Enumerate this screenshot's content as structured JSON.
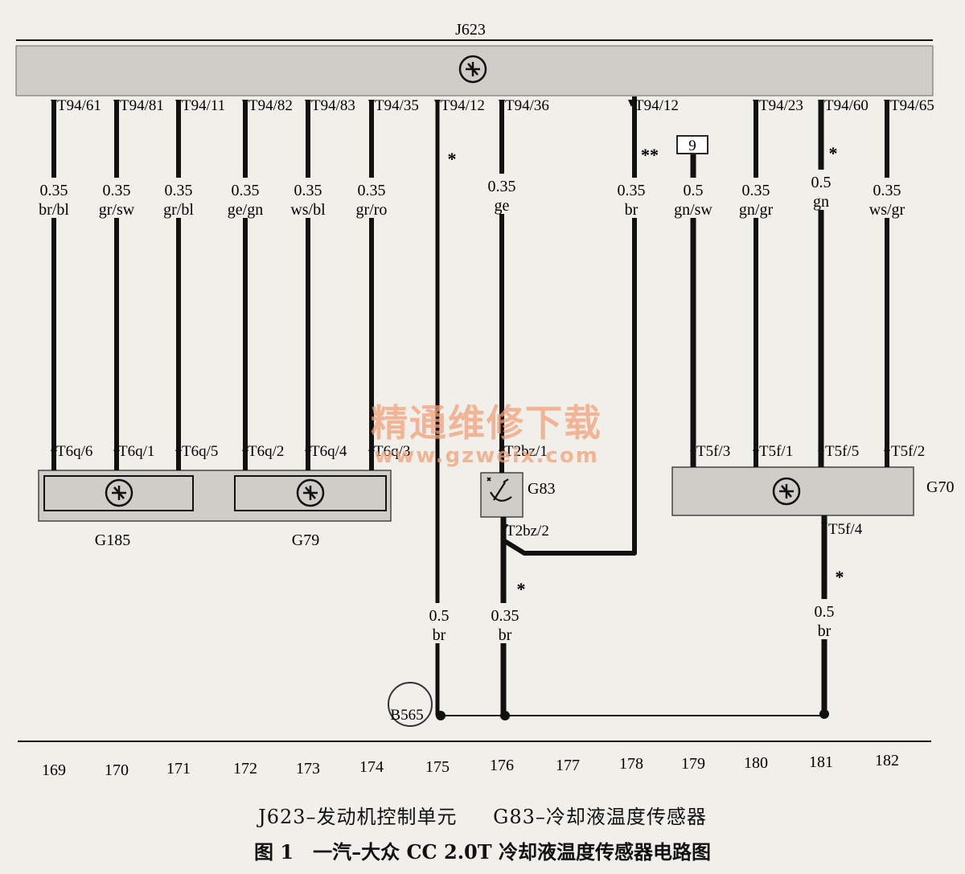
{
  "ecu": {
    "label": "J623"
  },
  "ecu_pins": [
    {
      "col": "169",
      "pin": "T94/61",
      "gauge": "0.35",
      "color": "br/bl",
      "bottom": "T6q/6"
    },
    {
      "col": "170",
      "pin": "T94/81",
      "gauge": "0.35",
      "color": "gr/sw",
      "bottom": "T6q/1"
    },
    {
      "col": "171",
      "pin": "T94/11",
      "gauge": "0.35",
      "color": "gr/bl",
      "bottom": "T6q/5"
    },
    {
      "col": "172",
      "pin": "T94/82",
      "gauge": "0.35",
      "color": "ge/gn",
      "bottom": "T6q/2"
    },
    {
      "col": "173",
      "pin": "T94/83",
      "gauge": "0.35",
      "color": "ws/bl",
      "bottom": "T6q/4"
    },
    {
      "col": "174",
      "pin": "T94/35",
      "gauge": "0.35",
      "color": "gr/ro",
      "bottom": "T6q/3"
    },
    {
      "col": "175",
      "pin": "T94/12",
      "gauge": "0.5",
      "color": "br",
      "mark": "*"
    },
    {
      "col": "176",
      "pin": "T94/36",
      "gauge": "0.35",
      "color": "ge",
      "bottom": "T2bz/1"
    },
    {
      "col": "178",
      "pin": "T94/12",
      "gauge": "0.35",
      "color": "br",
      "mark": "**"
    },
    {
      "col": "179",
      "gauge": "0.5",
      "color": "gn/sw",
      "bottom": "T5f/3",
      "box": "9"
    },
    {
      "col": "180",
      "pin": "T94/23",
      "gauge": "0.35",
      "color": "gn/gr",
      "bottom": "T5f/1"
    },
    {
      "col": "181",
      "pin": "T94/60",
      "gauge": "0.5",
      "color": "gn",
      "bottom": "T5f/5",
      "mark": "*"
    },
    {
      "col": "182",
      "pin": "T94/65",
      "gauge": "0.35",
      "color": "ws/gr",
      "bottom": "T5f/2"
    }
  ],
  "components": {
    "g185": "G185",
    "g79": "G79",
    "g83": "G83",
    "g70": "G70",
    "g83_pin2": "T2bz/2",
    "g70_pin4": "T5f/4",
    "ground": "B565"
  },
  "lower_wires": [
    {
      "col": "176",
      "gauge": "0.35",
      "color": "br",
      "mark": "*"
    },
    {
      "col": "181",
      "gauge": "0.5",
      "color": "br",
      "mark": "*"
    }
  ],
  "columns": [
    "169",
    "170",
    "171",
    "172",
    "173",
    "174",
    "175",
    "176",
    "177",
    "178",
    "179",
    "180",
    "181",
    "182"
  ],
  "watermark": {
    "cn": "精通维修下载",
    "url": "www.gzweix.com"
  },
  "captions": {
    "legend_a": "J623–发动机控制单元",
    "legend_b": "G83–冷却液温度传感器",
    "title": "图 1　一汽–大众 CC 2.0T 冷却液温度传感器电路图"
  }
}
